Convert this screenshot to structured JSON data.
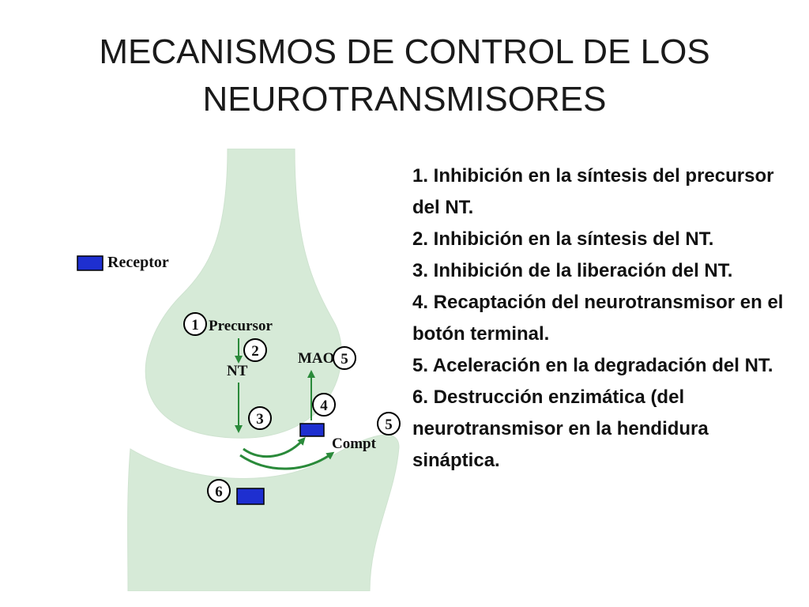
{
  "title": {
    "line1": "MECANISMOS DE CONTROL DE LOS",
    "line2": "NEUROTRANSMISORES"
  },
  "diagram": {
    "legend_label": "Receptor",
    "labels": {
      "precursor": "Precursor",
      "nt": "NT",
      "mao": "MAO",
      "compt": "Compt"
    },
    "markers": [
      "1",
      "2",
      "3",
      "4",
      "5",
      "5",
      "6"
    ],
    "colors": {
      "neuron_fill": "#d6ead7",
      "receptor_fill": "#1e2fd0",
      "arrow": "#2a8a3a"
    }
  },
  "steps": [
    "1. Inhibición en la síntesis del precursor del NT.",
    "2. Inhibición en la síntesis del NT.",
    "3. Inhibición de la liberación del NT.",
    "4. Recaptación del neurotransmisor en el botón terminal.",
    "5. Aceleración en la degradación del NT.",
    "6. Destrucción enzimática (del neurotransmisor en la hendidura sináptica."
  ]
}
